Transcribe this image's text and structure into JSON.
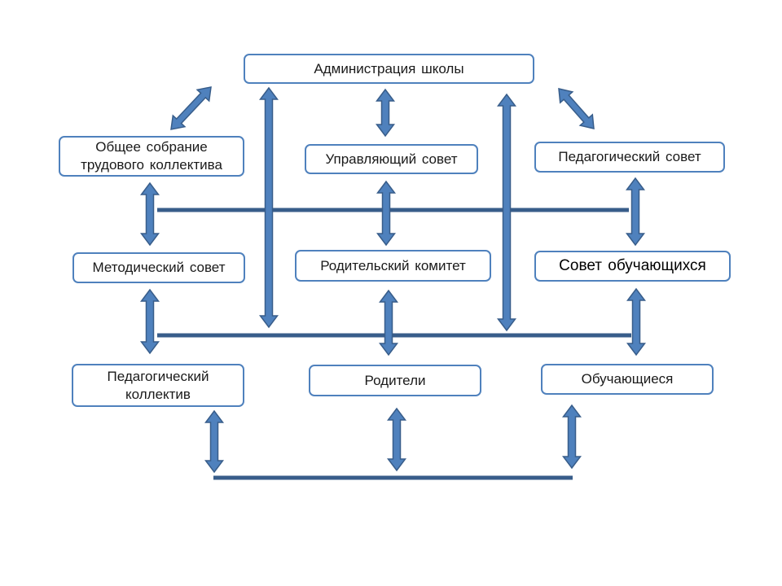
{
  "nodes": {
    "administration": "Администрация  школы",
    "general_meeting": "Общее собрание трудового коллектива",
    "governing_council": "Управляющий совет",
    "pedagogical_council": "Педагогический  совет",
    "methodical_council": "Методический  совет",
    "parent_committee": "Родительский  комитет",
    "student_council": "Совет обучающихся",
    "teaching_staff": "Педагогический коллектив",
    "parents": "Родители",
    "students": "Обучающиеся"
  },
  "colors": {
    "box_border": "#4f81bd",
    "arrow_fill": "#4f81bd",
    "arrow_stroke": "#385d8a",
    "line": "#385d8a",
    "text": "#1a1a1a"
  }
}
